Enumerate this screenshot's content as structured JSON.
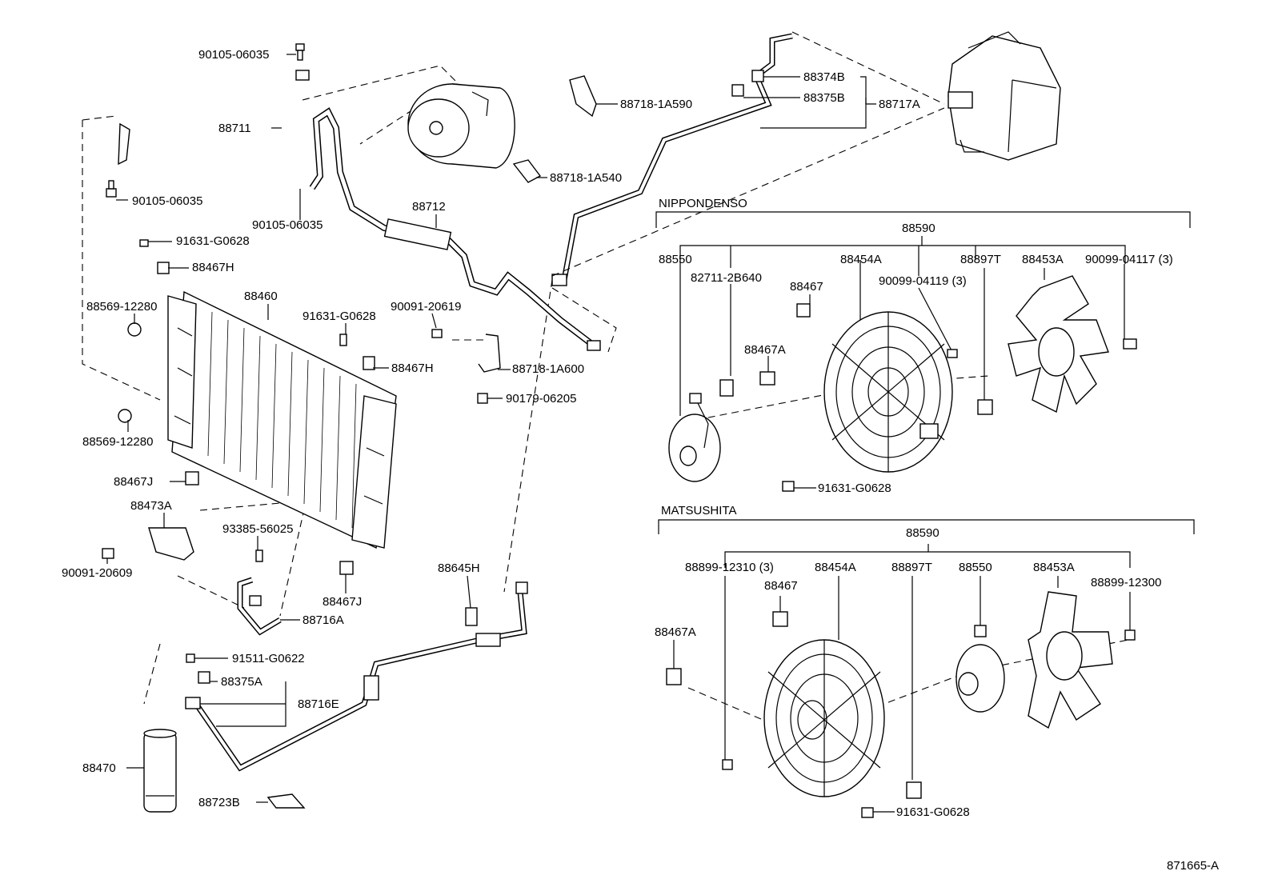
{
  "diagram_id": "871665-A",
  "sections": {
    "nippondenso": "NIPPONDENSO",
    "matsushita": "MATSUSHITA"
  },
  "labels": {
    "p90105_top": "90105-06035",
    "p88711": "88711",
    "p90105_left": "90105-06035",
    "p90105_mid": "90105-06035",
    "p88712": "88712",
    "p91631_a": "91631-G0628",
    "p88467H_a": "88467H",
    "p88460": "88460",
    "p88569_a": "88569-12280",
    "p91631_b": "91631-G0628",
    "p90091_20619": "90091-20619",
    "p88467H_b": "88467H",
    "p88718_1A600": "88718-1A600",
    "p90179": "90179-06205",
    "p88569_b": "88569-12280",
    "p88467J_a": "88467J",
    "p88473A": "88473A",
    "p93385": "93385-56025",
    "p90091_20609": "90091-20609",
    "p88467J_b": "88467J",
    "p88716A": "88716A",
    "p88645H": "88645H",
    "p91511": "91511-G0622",
    "p88375A": "88375A",
    "p88716E": "88716E",
    "p88470": "88470",
    "p88723B": "88723B",
    "p88718_1A590": "88718-1A590",
    "p88718_1A540": "88718-1A540",
    "p88374B": "88374B",
    "p88375B": "88375B",
    "p88717A": "88717A",
    "n_88590": "88590",
    "n_88550": "88550",
    "n_82711": "82711-2B640",
    "n_88454A": "88454A",
    "n_90099_04119": "90099-04119 (3)",
    "n_88897T": "88897T",
    "n_88453A": "88453A",
    "n_90099_04117": "90099-04117 (3)",
    "n_88467": "88467",
    "n_88467A": "88467A",
    "n_91631": "91631-G0628",
    "m_88590": "88590",
    "m_88899_12310": "88899-12310 (3)",
    "m_88454A": "88454A",
    "m_88897T": "88897T",
    "m_88550": "88550",
    "m_88453A": "88453A",
    "m_88899_12300": "88899-12300",
    "m_88467": "88467",
    "m_88467A": "88467A",
    "m_91631": "91631-G0628"
  }
}
